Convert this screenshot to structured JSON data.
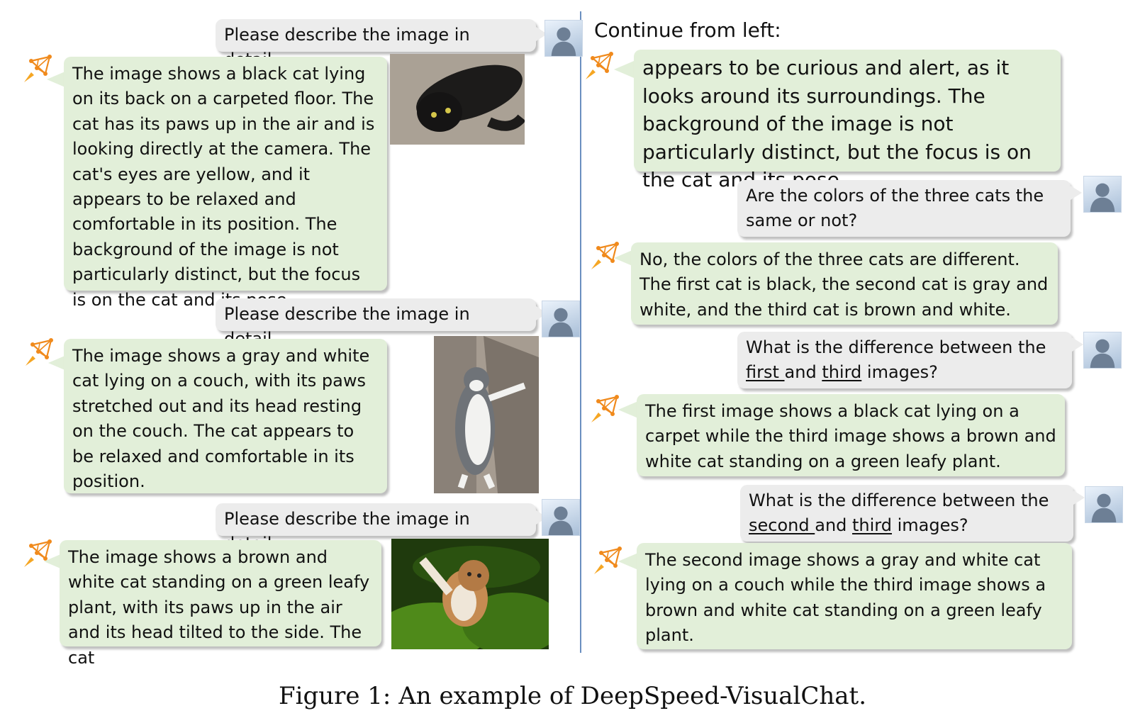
{
  "left": {
    "q1": "Please describe the image in detail.",
    "a1": "The image shows a black cat lying on its back on a carpeted floor. The cat has its paws up in the air and is looking directly at the camera. The cat's eyes are yellow, and it appears to be relaxed and comfortable in its position. The background of the image is not particularly distinct, but the focus is on the cat and its pose.",
    "q2": "Please describe the image in detail.",
    "a2": "The image shows a gray and white cat lying on a couch, with its paws stretched out and its head resting on the couch. The cat appears to be relaxed and comfortable in its position.",
    "q3": "Please describe the image in detail.",
    "a3": "The image shows a brown and white cat standing on a green leafy plant, with its paws up in the air and its head tilted to the side. The cat"
  },
  "right": {
    "continue_label": "Continue from left:",
    "a0": "appears to be curious and alert, as it looks around its surroundings. The background of the image is not particularly distinct, but the focus is on the cat and its pose.",
    "q4": "Are the colors of the three cats the same or not?",
    "a4": "No, the colors of the three cats are different. The first cat is black, the second cat is gray and white, and the third cat is brown and white.",
    "q5": {
      "pre": "What is the difference between the",
      "w1": "first ",
      "mid": "and ",
      "w2": "third",
      "post": " images?"
    },
    "a5": "The first image shows a black cat lying on a carpet while the third image shows a brown and white cat standing on a green leafy plant.",
    "q6": {
      "pre": "What is the difference between the",
      "w1": "second ",
      "mid": "and ",
      "w2": "third",
      "post": " images?"
    },
    "a6": "The second image shows a gray and white cat lying on a couch while the third image shows a brown and white cat standing on a green leafy plant."
  },
  "caption": "Figure 1:  An example of DeepSpeed-VisualChat.",
  "colors": {
    "user_bubble": "#ececec",
    "bot_bubble": "#e2efd9",
    "divider": "#6b8fc0",
    "bot_icon": "#f08a1c"
  }
}
